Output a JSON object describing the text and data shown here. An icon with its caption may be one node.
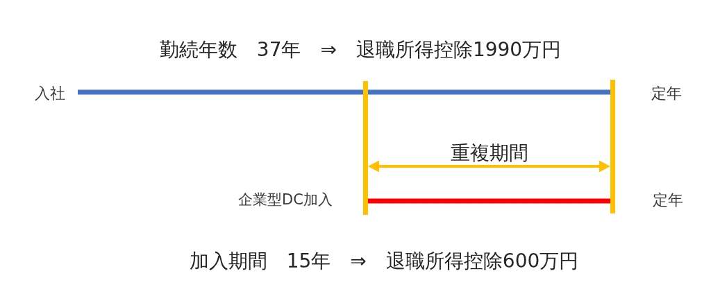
{
  "diagram": {
    "nodes": [
      {
        "text": [
          "入社"
        ]
      },
      {
        "text": [
          "定年"
        ]
      },
      {
        "text": [
          "企業型DC加入"
        ]
      },
      {
        "text": [
          "定年"
        ]
      }
    ],
    "edges": [
      {
        "from": 0,
        "to": 1,
        "arrow": "none",
        "color": "#4472c4"
      },
      {
        "from": 2,
        "to": 3,
        "arrow": "none",
        "color": "#ff0000"
      }
    ],
    "labels": [
      "勤続年数　37年　⇒　退職所得控除1990万円",
      "重複期間",
      "加入期間　15年　⇒　退職所得控除600万円"
    ]
  }
}
